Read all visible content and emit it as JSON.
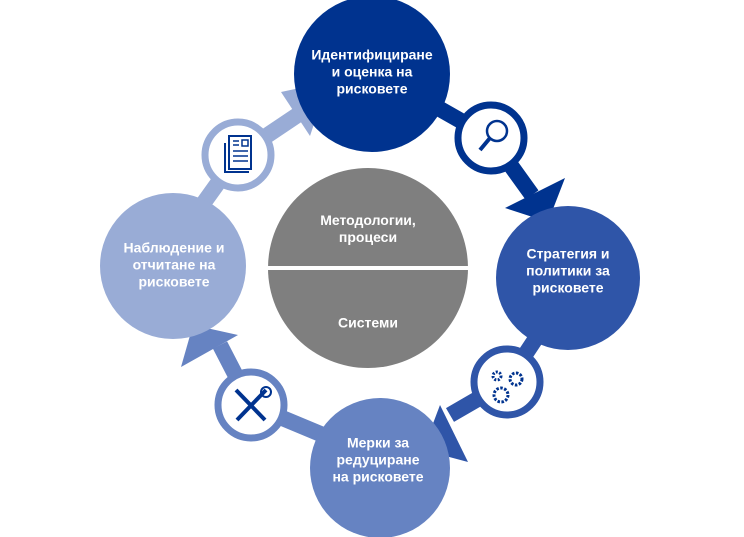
{
  "center": {
    "top_label": "Методологии,\nпроцеси",
    "bottom_label": "Системи"
  },
  "stages": [
    {
      "label": "Идентифициране\nи оценка на\nрисковете",
      "color": "#00338f",
      "icon": "magnifier-icon"
    },
    {
      "label": "Стратегия и\nполитики за\nрисковете",
      "color": "#2f55a8",
      "icon": "gears-icon"
    },
    {
      "label": "Мерки за\nредуциране\nна рисковете",
      "color": "#6683c2",
      "icon": "tools-icon"
    },
    {
      "label": "Наблюдение и\nотчитане  на\nрисковете",
      "color": "#99acd6",
      "icon": "document-icon"
    }
  ],
  "center_color": "#7f7f7f"
}
